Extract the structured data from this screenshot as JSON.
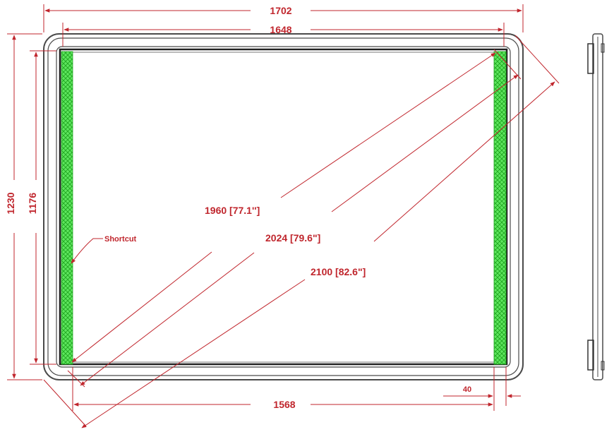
{
  "colors": {
    "dimension": "#c0262d",
    "frame": "#4a4a4a",
    "shortcut_strip": "#33dd33",
    "background": "#ffffff"
  },
  "dimensions": {
    "outer_width": "1702",
    "active_width": "1648",
    "bottom_width": "1568",
    "strip_width": "40",
    "outer_height": "1230",
    "active_height": "1176",
    "diagonal_1": "1960 [77.1'']",
    "diagonal_2": "2024 [79.6\"]",
    "diagonal_3": "2100 [82.6\"]"
  },
  "labels": {
    "shortcut": "Shortcut"
  }
}
